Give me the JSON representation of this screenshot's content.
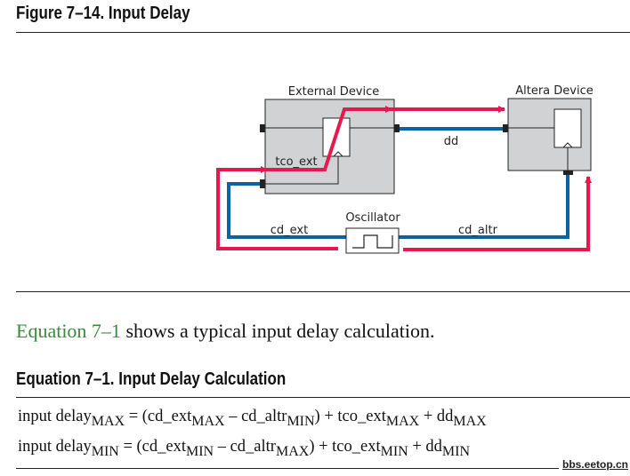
{
  "figure_title": "Figure 7–14.  Input Delay",
  "diagram": {
    "external_device_label": "External Device",
    "altera_device_label": "Altera Device",
    "dd_label": "dd",
    "tco_ext_label": "tco_ext",
    "oscillator_label": "Oscillator",
    "cd_ext_label": "cd_ext",
    "cd_altr_label": "cd_altr",
    "colors": {
      "data_path": "#e8174f",
      "clock_wire": "#0a64a4",
      "device_fill": "#d1d2d4"
    }
  },
  "paragraph": {
    "link_text": "Equation 7–1",
    "rest_text": " shows a typical input delay calculation."
  },
  "equation_title": "Equation 7–1.  Input Delay Calculation",
  "equations": [
    {
      "lhs": "input delay",
      "lhs_sub": "MAX",
      "eq": " = (cd_ext",
      "s1": "MAX",
      "t2": " – cd_altr",
      "s2": "MIN",
      "t3": ") + tco_ext",
      "s3": "MAX",
      "t4": " + dd",
      "s4": "MAX"
    },
    {
      "lhs": "input delay",
      "lhs_sub": "MIN",
      "eq": " = (cd_ext",
      "s1": "MIN",
      "t2": " – cd_altr",
      "s2": "MAX",
      "t3": ") + tco_ext",
      "s3": "MIN",
      "t4": " + dd",
      "s4": "MIN"
    }
  ],
  "watermark": "bbs.eetop.cn"
}
